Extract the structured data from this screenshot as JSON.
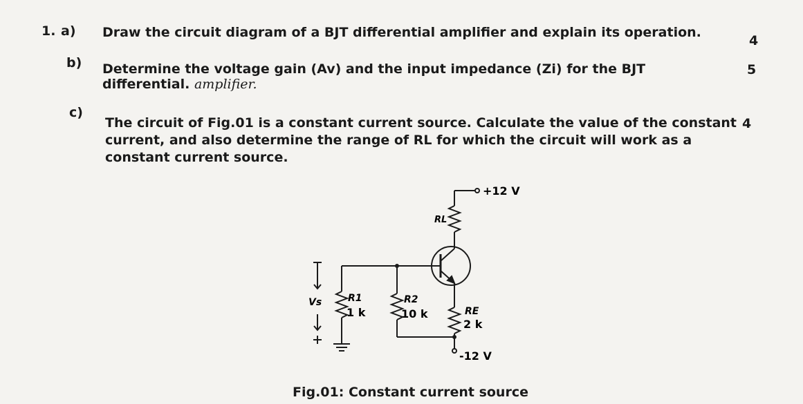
{
  "question": {
    "number": "1.",
    "parts": [
      {
        "label": "a)",
        "text": "Draw the circuit diagram of a BJT differential amplifier and explain its operation.",
        "marks": "4"
      },
      {
        "label": "b)",
        "line1": "Determine the voltage gain (Av) and the input impedance (Zi) for the BJT",
        "line2_prefix": "differential.",
        "line2_hand": "amplifier.",
        "marks": "5"
      },
      {
        "label": "c)",
        "line1": "The circuit of Fig.01 is a constant current source. Calculate the value of the constant",
        "line2": "current, and also determine the range of RL for which the circuit will work as a",
        "line3": "constant current source.",
        "marks": "4"
      }
    ]
  },
  "figure": {
    "vcc": "+12 V",
    "vee": "-12 V",
    "rl": "RL",
    "r1": "R1",
    "r1_val": "1 k",
    "r2": "R2",
    "r2_val": "10 k",
    "re": "RE",
    "re_val": "2 k",
    "vs": "Vs",
    "caption": "Fig.01: Constant current source"
  }
}
